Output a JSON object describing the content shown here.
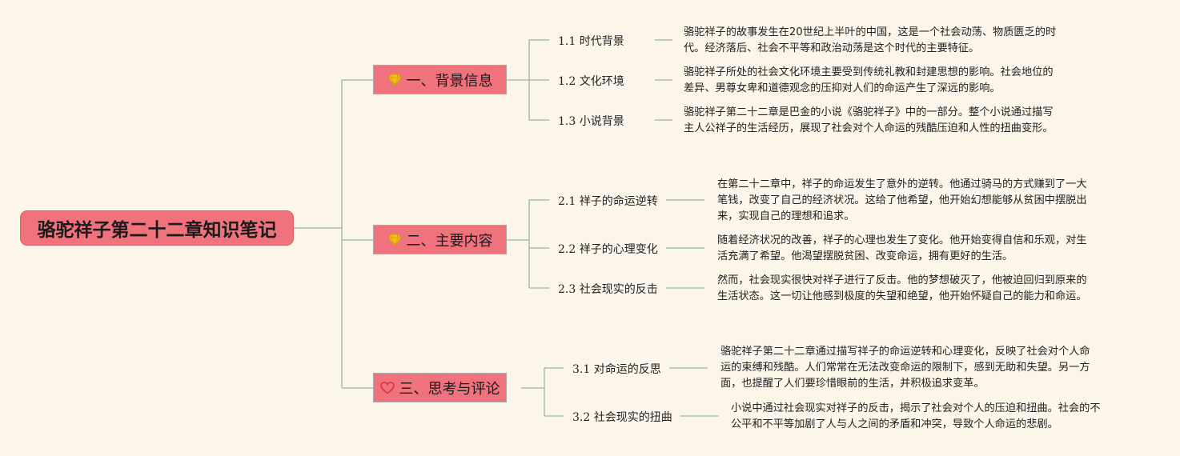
{
  "root": {
    "title": "骆驼祥子第二十二章知识笔记"
  },
  "sections": [
    {
      "label": "一、背景信息",
      "icon": "diamond-icon",
      "topics": [
        {
          "label": "1.1 时代背景",
          "detail": [
            "骆驼祥子的故事发生在20世纪上半叶的中国，这是一个社会动荡、物质匮乏的时",
            "代。经济落后、社会不平等和政治动荡是这个时代的主要特征。"
          ]
        },
        {
          "label": "1.2 文化环境",
          "detail": [
            "骆驼祥子所处的社会文化环境主要受到传统礼教和封建思想的影响。社会地位的",
            "差异、男尊女卑和道德观念的压抑对人们的命运产生了深远的影响。"
          ]
        },
        {
          "label": "1.3 小说背景",
          "detail": [
            "骆驼祥子第二十二章是巴金的小说《骆驼祥子》中的一部分。整个小说通过描写",
            "主人公祥子的生活经历，展现了社会对个人命运的残酷压迫和人性的扭曲变形。"
          ]
        }
      ]
    },
    {
      "label": "二、主要内容",
      "icon": "diamond-icon",
      "topics": [
        {
          "label": "2.1 祥子的命运逆转",
          "detail": [
            "在第二十二章中，祥子的命运发生了意外的逆转。他通过骑马的方式赚到了一大",
            "笔钱，改变了自己的经济状况。这给了他希望，他开始幻想能够从贫困中摆脱出",
            "来，实现自己的理想和追求。"
          ]
        },
        {
          "label": "2.2 祥子的心理变化",
          "detail": [
            "随着经济状况的改善，祥子的心理也发生了变化。他开始变得自信和乐观，对生",
            "活充满了希望。他渴望摆脱贫困、改变命运，拥有更好的生活。"
          ]
        },
        {
          "label": "2.3 社会现实的反击",
          "detail": [
            "然而，社会现实很快对祥子进行了反击。他的梦想破灭了，他被迫回归到原来的",
            "生活状态。这一切让他感到极度的失望和绝望，他开始怀疑自己的能力和命运。"
          ]
        }
      ]
    },
    {
      "label": "三、思考与评论",
      "icon": "heart-icon",
      "topics": [
        {
          "label": "3.1 对命运的反思",
          "detail": [
            "骆驼祥子第二十二章通过描写祥子的命运逆转和心理变化，反映了社会对个人命",
            "运的束缚和残酷。人们常常在无法改变命运的限制下，感到无助和失望。另一方",
            "面，也提醒了人们要珍惜眼前的生活，并积极追求变革。"
          ]
        },
        {
          "label": "3.2 社会现实的扭曲",
          "detail": [
            "小说中通过社会现实对祥子的反击，揭示了社会对个人的压迫和扭曲。社会的不",
            "公平和不平等加剧了人与人之间的矛盾和冲突，导致个人命运的悲剧。"
          ]
        }
      ]
    }
  ],
  "colors": {
    "background": "#fcf5ea",
    "node_fill": "#ef727d",
    "connector": "#9ab5a6",
    "icon_diamond": "#f2c21a",
    "icon_heart": "#e0303a"
  }
}
